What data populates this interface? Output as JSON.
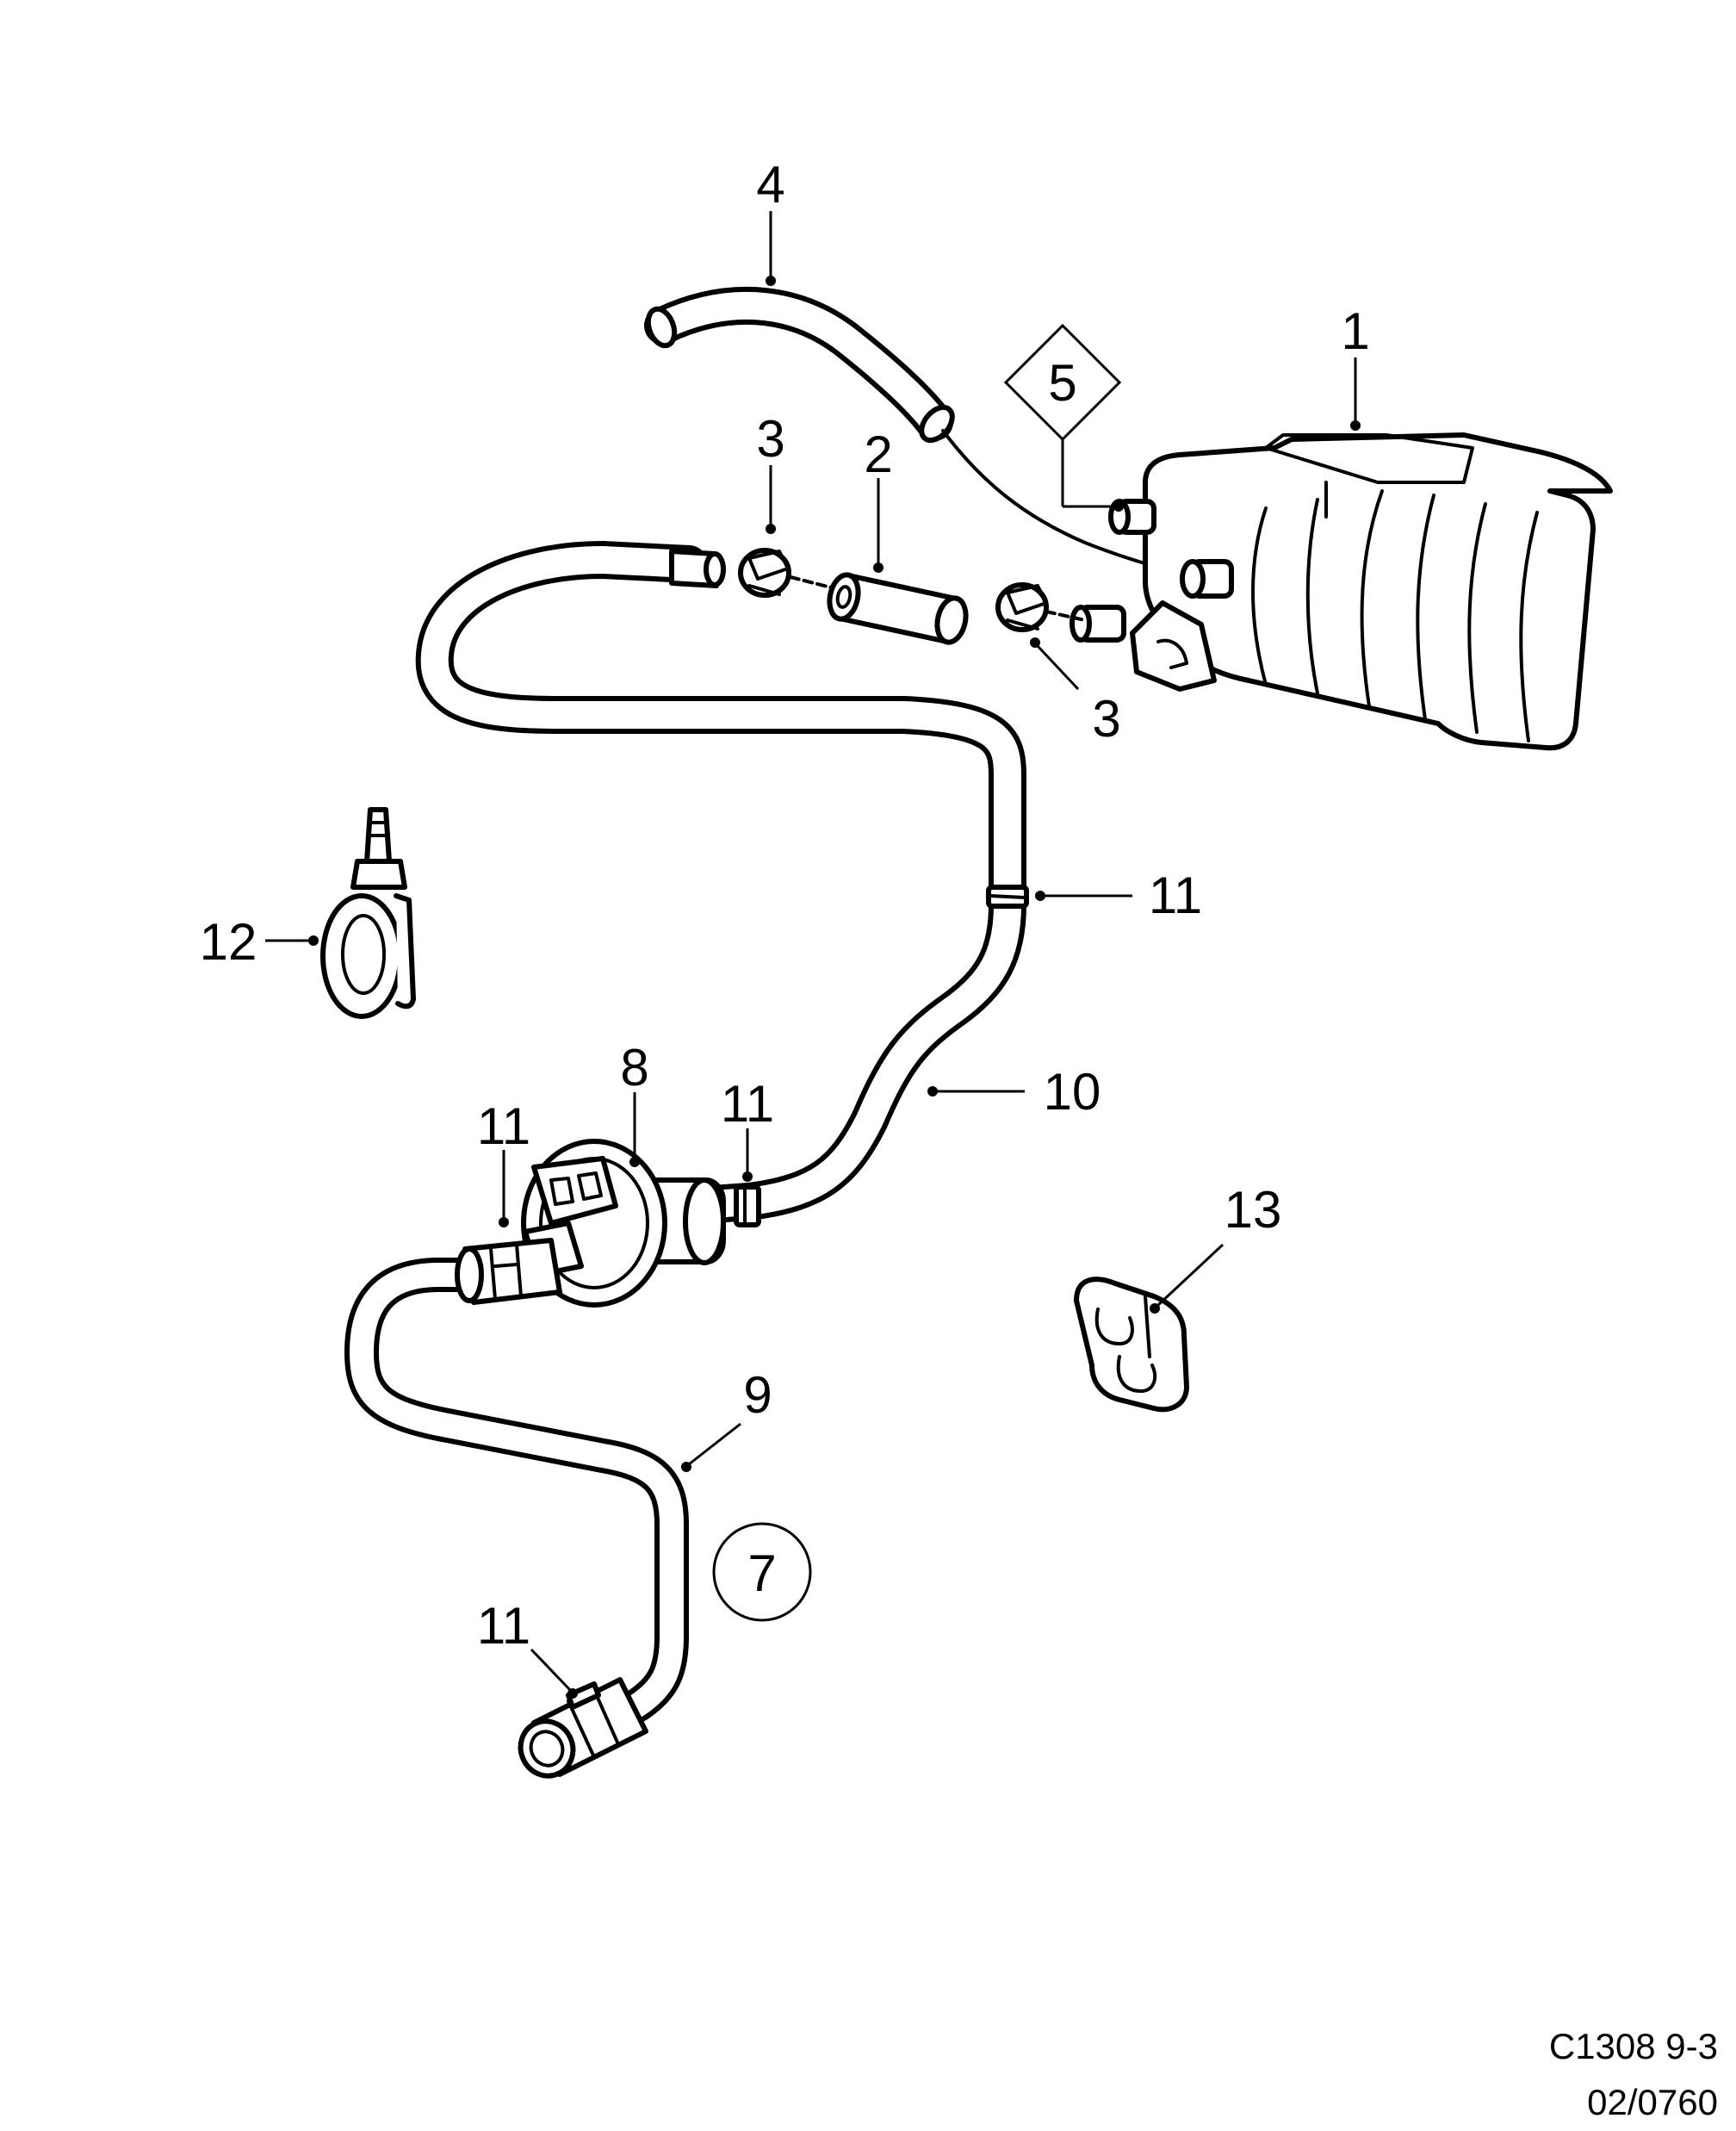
{
  "callouts": {
    "c1": "1",
    "c2": "2",
    "c3a": "3",
    "c3b": "3",
    "c4": "4",
    "c5": "5",
    "c7": "7",
    "c8": "8",
    "c9": "9",
    "c10": "10",
    "c11a": "11",
    "c11b": "11",
    "c11c": "11",
    "c11d": "11",
    "c12": "12",
    "c13": "13"
  },
  "footer": {
    "code": "C1308 9-3",
    "date": "02/0760"
  }
}
